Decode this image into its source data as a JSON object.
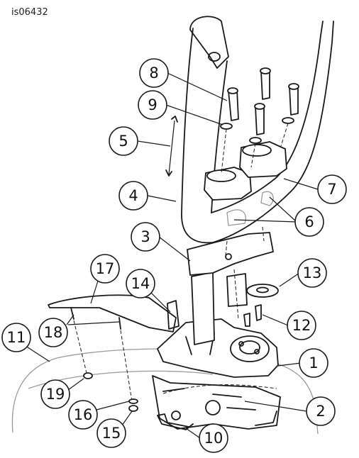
{
  "figure_id": "is06432",
  "callouts": [
    {
      "label": "1"
    },
    {
      "label": "2"
    },
    {
      "label": "3"
    },
    {
      "label": "4"
    },
    {
      "label": "5"
    },
    {
      "label": "6"
    },
    {
      "label": "7"
    },
    {
      "label": "8"
    },
    {
      "label": "9"
    },
    {
      "label": "10"
    },
    {
      "label": "11"
    },
    {
      "label": "12"
    },
    {
      "label": "13"
    },
    {
      "label": "14"
    },
    {
      "label": "15"
    },
    {
      "label": "16"
    },
    {
      "label": "17"
    },
    {
      "label": "18"
    },
    {
      "label": "19"
    }
  ]
}
